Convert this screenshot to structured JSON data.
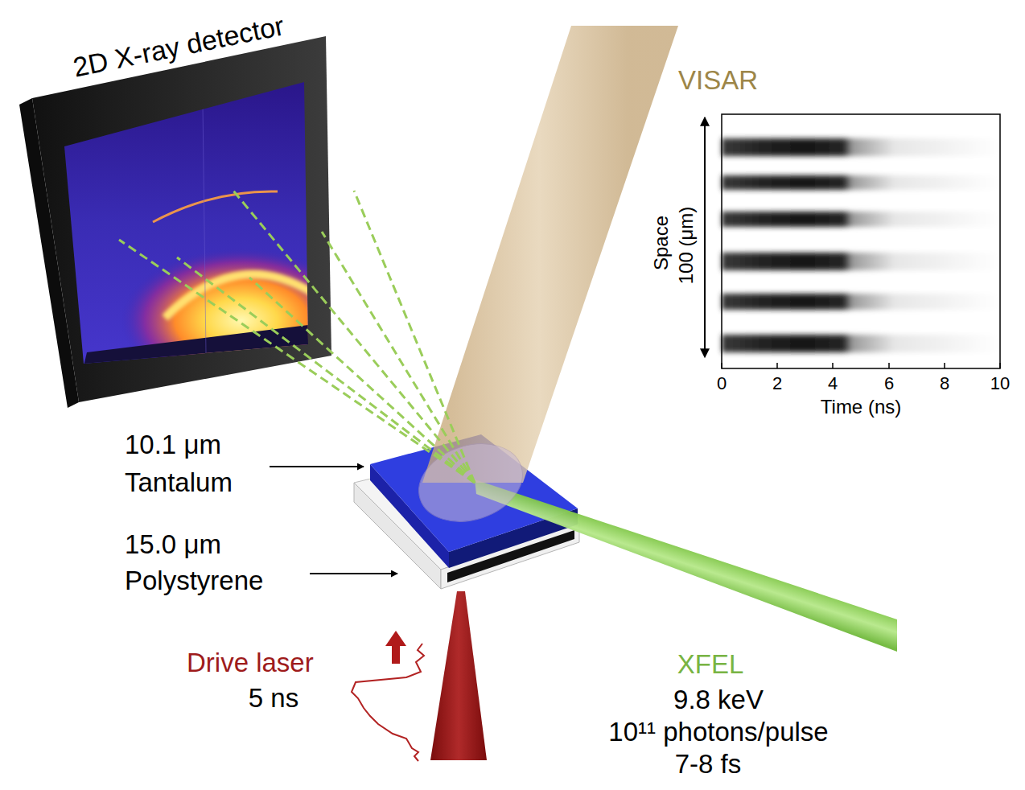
{
  "diagram": {
    "nodes": [
      {
        "text": [
          "2D X-ray detector"
        ]
      }
    ],
    "labels": [
      "VISAR",
      "Space",
      "100 (μm)",
      "0",
      "2",
      "4",
      "6",
      "8",
      "10",
      "Time (ns)",
      "10.1 μm",
      "Tantalum",
      "15.0 μm",
      "Polystyrene",
      "Drive laser",
      "5 ns",
      "XFEL",
      "9.8 keV",
      "10¹¹ photons/pulse",
      "7-8 fs"
    ]
  }
}
